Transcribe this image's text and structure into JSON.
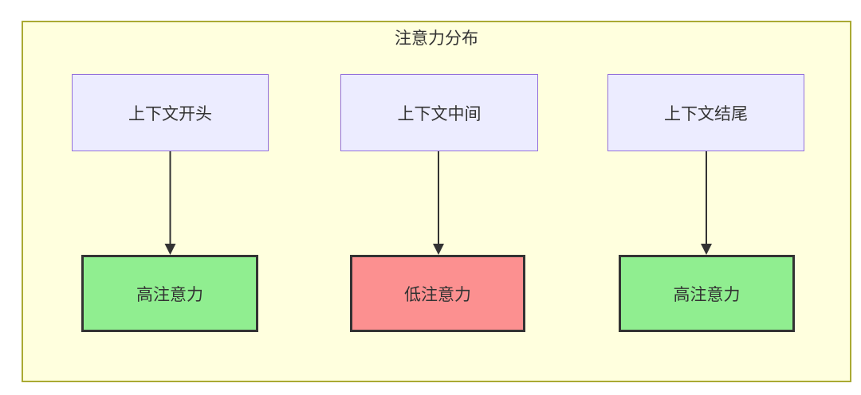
{
  "diagram": {
    "title": "注意力分布",
    "columns": [
      {
        "source": "上下文开头",
        "target": "高注意力",
        "attention_level": "high"
      },
      {
        "source": "上下文中间",
        "target": "低注意力",
        "attention_level": "low"
      },
      {
        "source": "上下文结尾",
        "target": "高注意力",
        "attention_level": "high"
      }
    ],
    "colors": {
      "container_fill": "#ffffde",
      "container_border": "#aaaa33",
      "source_fill": "#ececff",
      "source_border": "#9370db",
      "high_fill": "#90ee90",
      "low_fill": "#fc9090",
      "target_border": "#333333",
      "arrow": "#333333",
      "text": "#333333",
      "page_bg": "#ffffff"
    }
  }
}
